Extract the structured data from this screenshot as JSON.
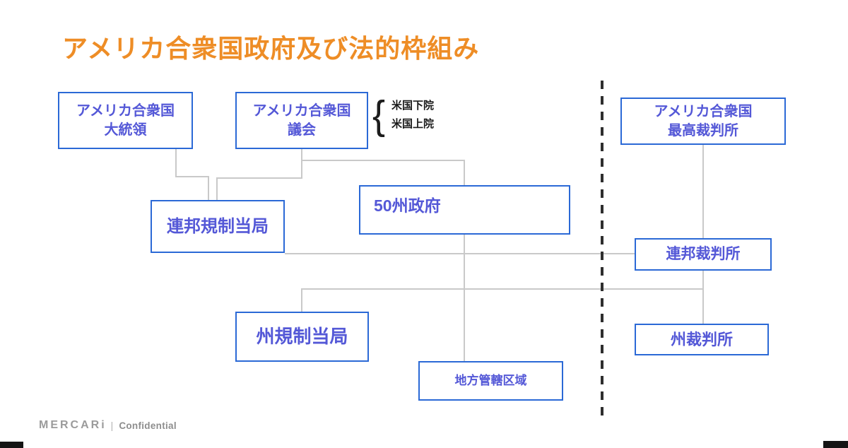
{
  "title": "アメリカ合衆国政府及び法的枠組み",
  "colors": {
    "title_orange": "#EE8D26",
    "box_border_blue": "#2B69D6",
    "box_text_blue": "#5458D7",
    "connector_gray": "#C9C9C9",
    "dashed_line": "#2e2e2e",
    "footer_gray": "#9b9b9b"
  },
  "nodes": {
    "president": {
      "line1": "アメリカ合衆国",
      "line2": "大統領"
    },
    "congress": {
      "line1": "アメリカ合衆国",
      "line2": "議会"
    },
    "supreme": {
      "line1": "アメリカ合衆国",
      "line2": "最高裁判所"
    },
    "fed_reg": {
      "label": "連邦規制当局"
    },
    "states": {
      "label": "50州政府"
    },
    "fed_courts": {
      "label": "連邦裁判所"
    },
    "state_reg": {
      "label": "州規制当局"
    },
    "state_courts": {
      "label": "州裁判所"
    },
    "local": {
      "label": "地方管轄区域"
    }
  },
  "congress_annotation": {
    "bracket": "{",
    "house": "米国下院",
    "senate": "米国上院"
  },
  "footer": {
    "brand": "MERCARi",
    "separator": "|",
    "confidential": "Confidential"
  }
}
